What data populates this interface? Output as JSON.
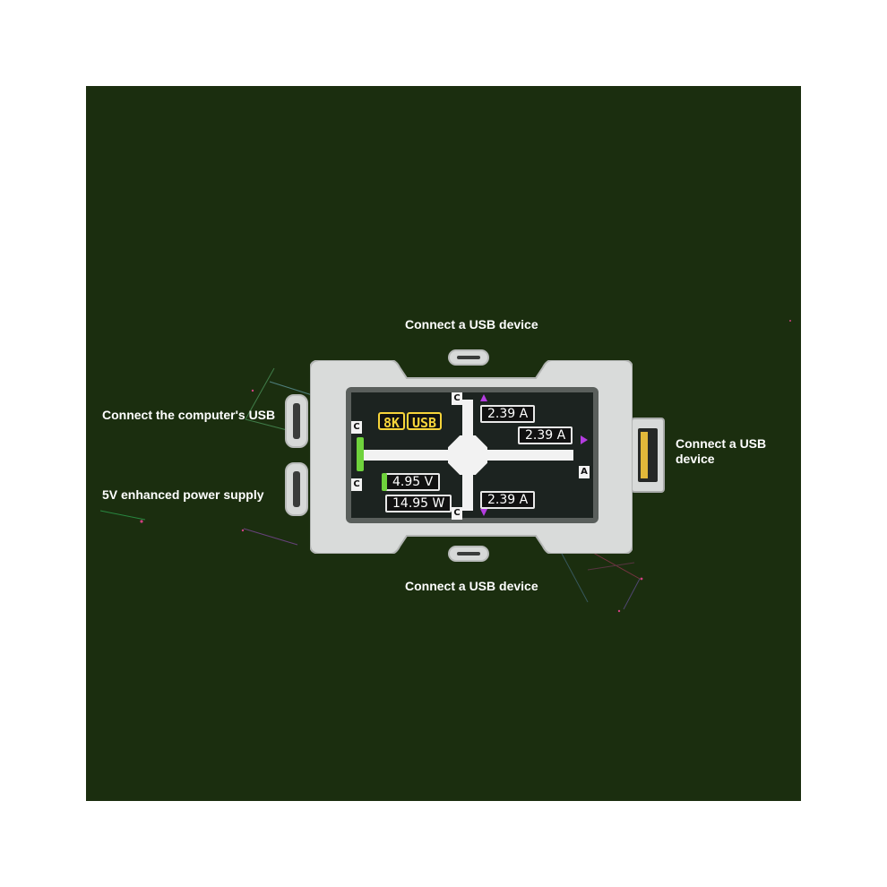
{
  "labels": {
    "top": "Connect a USB device",
    "left_top": "Connect the computer's USB",
    "left_bottom": "5V enhanced power supply",
    "right": "Connect a USB\ndevice",
    "bottom": "Connect a USB device"
  },
  "screen": {
    "badge_8k": "8K",
    "badge_usb": "USB",
    "current_top": "2.39 A",
    "current_right": "2.39 A",
    "current_bottom": "2.39 A",
    "voltage": "4.95 V",
    "power": "14.95 W",
    "port_tags": {
      "c_top": "C",
      "c_bottom": "C",
      "c_left_top": "C",
      "c_left_bottom": "C",
      "a_right": "A"
    }
  },
  "colors": {
    "background": "#1b2e0f",
    "housing": "#d9dbda",
    "accent_green": "#6fd23c",
    "accent_purple": "#b43ce0",
    "badge_yellow": "#f7d43a"
  }
}
